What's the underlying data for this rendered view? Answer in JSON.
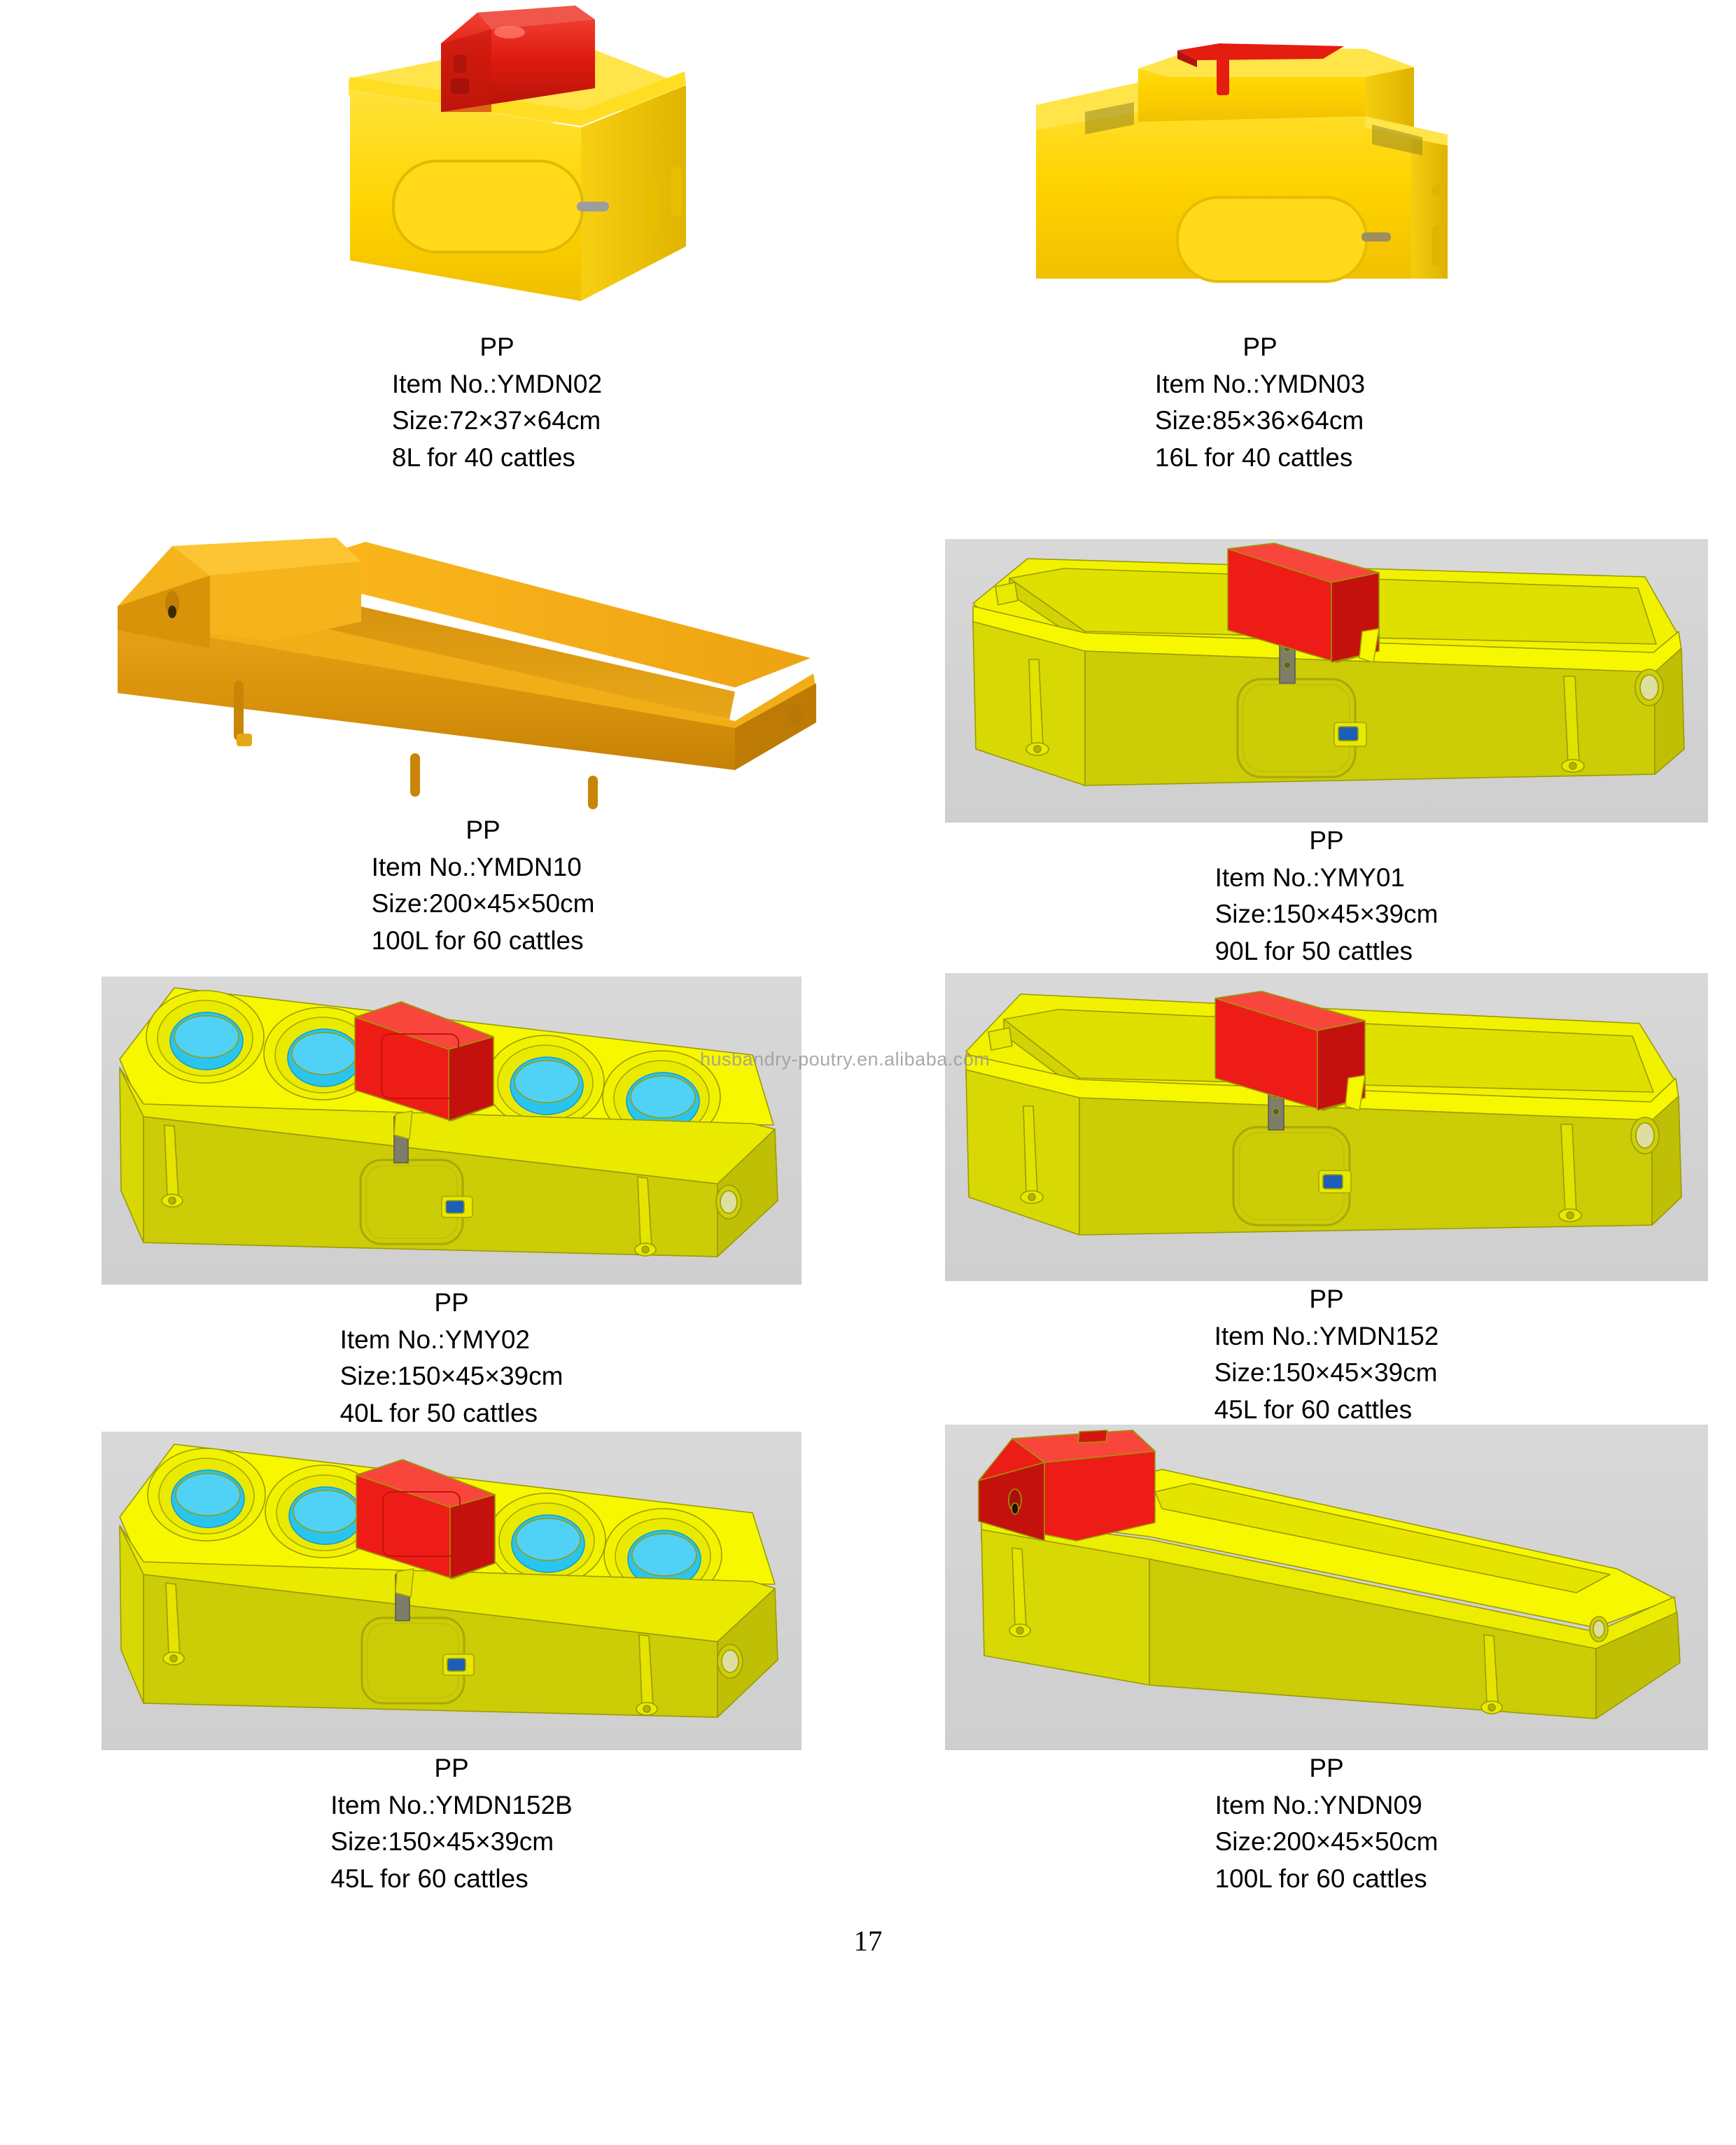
{
  "page": {
    "number": "17",
    "watermark": "husbandry-poutry.en.alibaba.com"
  },
  "products": [
    {
      "id": "ymdn02",
      "material": "PP",
      "item_label": "Item No.:YMDN02",
      "size_label": "Size:72×37×64cm",
      "capacity_label": "8L for 40 cattles",
      "image_kind": "photo",
      "image_alt": "yellow PP cattle drinker box with red float cover"
    },
    {
      "id": "ymdn03",
      "material": "PP",
      "item_label": "Item No.:YMDN03",
      "size_label": "Size:85×36×64cm",
      "capacity_label": "16L for 40 cattles",
      "image_kind": "photo",
      "image_alt": "tall yellow PP cattle drinker with red float insert"
    },
    {
      "id": "ymdn10",
      "material": "PP",
      "item_label": "Item No.:YMDN10",
      "size_label": "Size:200×45×50cm",
      "capacity_label": "100L for 60 cattles",
      "image_kind": "photo",
      "image_alt": "long orange PP cattle trough with end float box"
    },
    {
      "id": "ymy01",
      "material": "PP",
      "item_label": "Item No.:YMY01",
      "size_label": "Size:150×45×39cm",
      "capacity_label": "90L for 50 cattles",
      "image_kind": "cad",
      "image_alt": "CAD render yellow trough with red float box"
    },
    {
      "id": "ymy02",
      "material": "PP",
      "item_label": "Item No.:YMY02",
      "size_label": "Size:150×45×39cm",
      "capacity_label": "40L for 50 cattles",
      "image_kind": "cad",
      "image_alt": "CAD render yellow trough with four cyan bowls and red float box"
    },
    {
      "id": "ymdn152",
      "material": "PP",
      "item_label": "Item No.:YMDN152",
      "size_label": "Size:150×45×39cm",
      "capacity_label": "45L for 60 cattles",
      "image_kind": "cad",
      "image_alt": "CAD render yellow trough with red float box"
    },
    {
      "id": "ymdn152b",
      "material": "PP",
      "item_label": "Item No.:YMDN152B",
      "size_label": "Size:150×45×39cm",
      "capacity_label": "45L for 60 cattles",
      "image_kind": "cad",
      "image_alt": "CAD render yellow trough with four cyan bowls and red float box"
    },
    {
      "id": "yndn09",
      "material": "PP",
      "item_label": "Item No.:YNDN09",
      "size_label": "Size:200×45×50cm",
      "capacity_label": "100L for 60 cattles",
      "image_kind": "cad",
      "image_alt": "CAD render long yellow trough with red float box at end"
    }
  ]
}
